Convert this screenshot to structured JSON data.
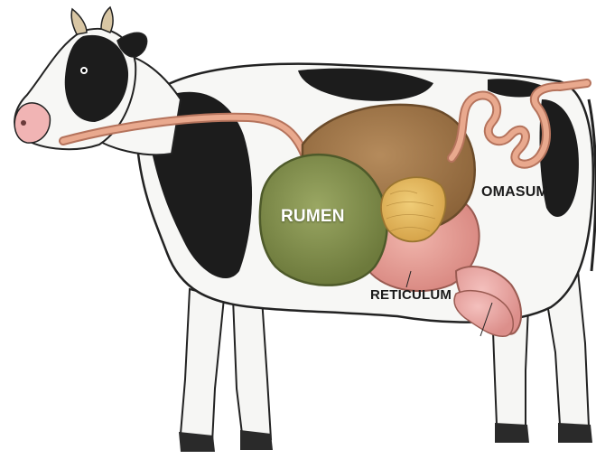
{
  "labels": {
    "rumen": "RUMEN",
    "omasum": "OMASUM",
    "reticulum": "RETICULUM"
  },
  "colors": {
    "rumen": "#7d8a4a",
    "abomasum_honeycomb": "#e2b85a",
    "intestine": "#e9a98e",
    "coat_black": "#1c1c1c",
    "coat_white": "#f7f7f5",
    "udder": "#e8a0a0"
  }
}
